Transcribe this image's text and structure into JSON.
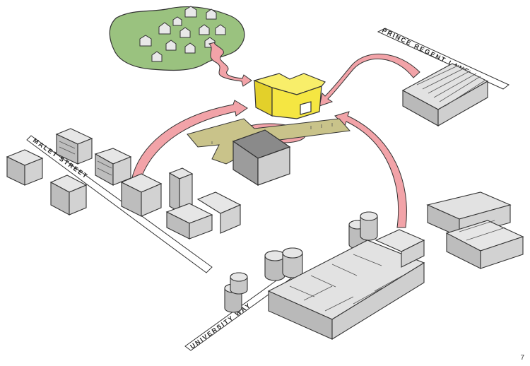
{
  "streets": {
    "malet": "MALET STREET",
    "university": "UNIVERSITY WAY",
    "prince": "PRINCE REGENT LANE"
  },
  "page_number": "7",
  "colors": {
    "grass": "#9ac27f",
    "building": "#d3d3d3",
    "building_dark": "#b7b7b7",
    "hub": "#f5e642",
    "hub_dark": "#e3d02a",
    "arrow": "#f2a3a8",
    "site": "#c9c38a",
    "ink": "#333333"
  }
}
